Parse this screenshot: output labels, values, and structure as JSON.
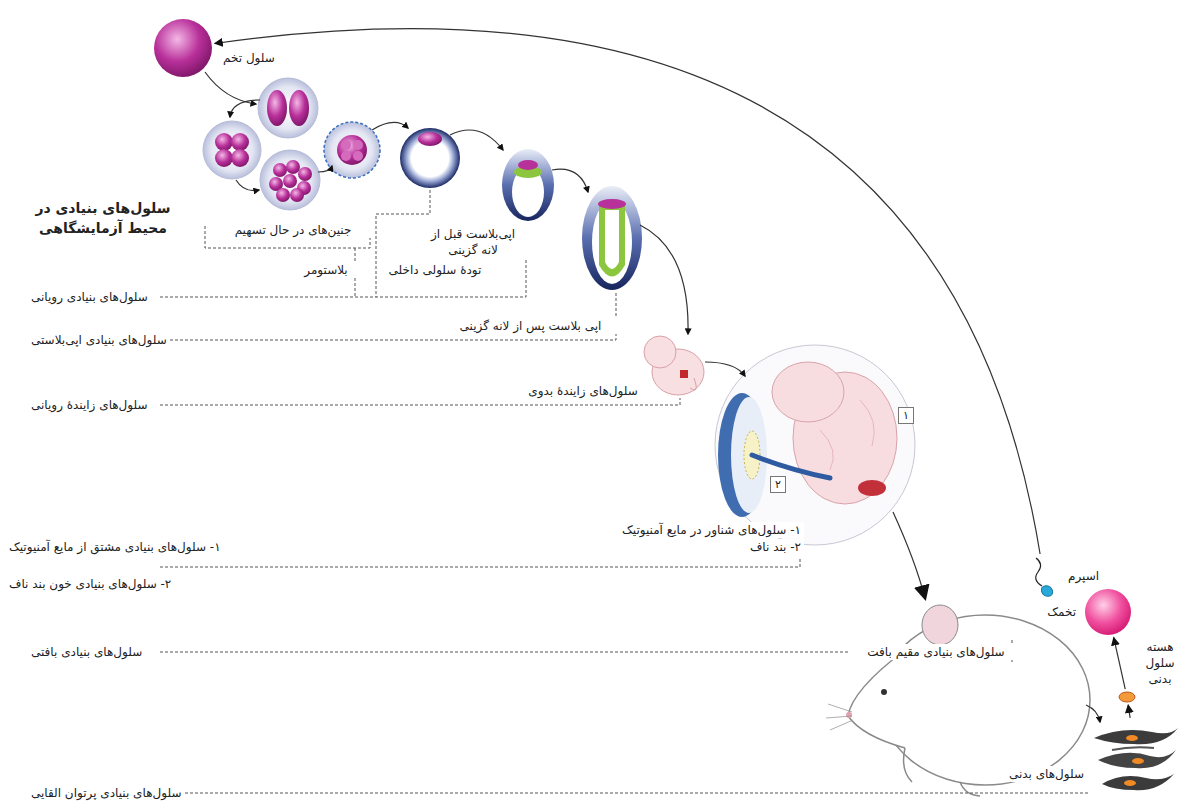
{
  "diagram": {
    "nodes": [
      {
        "text": [
          "سلول تخم"
        ]
      },
      {
        "text": [
          "اسپرم"
        ]
      },
      {
        "text": [
          "تخمک"
        ]
      },
      {
        "text": [
          "هسته سلول بدنی"
        ]
      },
      {
        "text": [
          "سلول‌های بدنی"
        ]
      }
    ],
    "edges": [
      {
        "from": 1,
        "to": 0,
        "arrow": "to"
      },
      {
        "from": 3,
        "to": 2,
        "arrow": "to"
      },
      {
        "from": 4,
        "to": 3,
        "arrow": "to"
      }
    ],
    "labels": [
      "سلول‌های بنیادی در محیط آزمایشگاهی",
      "جنین‌های در حال تسهیم",
      "بلاستومر",
      "تودهٔ سلولی داخلی",
      "اپی‌بلاست قبل از لانه گزینی",
      "سلول‌های بنیادی رویانی",
      "اپی بلاست پس از لانه گزینی",
      "سلول‌های بنیادی اپی‌بلاستی",
      "سلول‌های زایندهٔ بدوی",
      "سلول‌های زایندهٔ رویانی",
      "۱",
      "۲",
      "۱- سلول‌های شناور در مایع آمنیوتیک",
      "۲- بند ناف",
      "۱- سلول‌های بنیادی مشتق از مایع آمنیوتیک",
      "۲- سلول‌های بنیادی خون بند ناف",
      "سلول‌های بنیادی مقیم بافت",
      "سلول‌های بنیادی بافتی",
      "سلول‌های بنیادی پرتوان القایی"
    ]
  }
}
